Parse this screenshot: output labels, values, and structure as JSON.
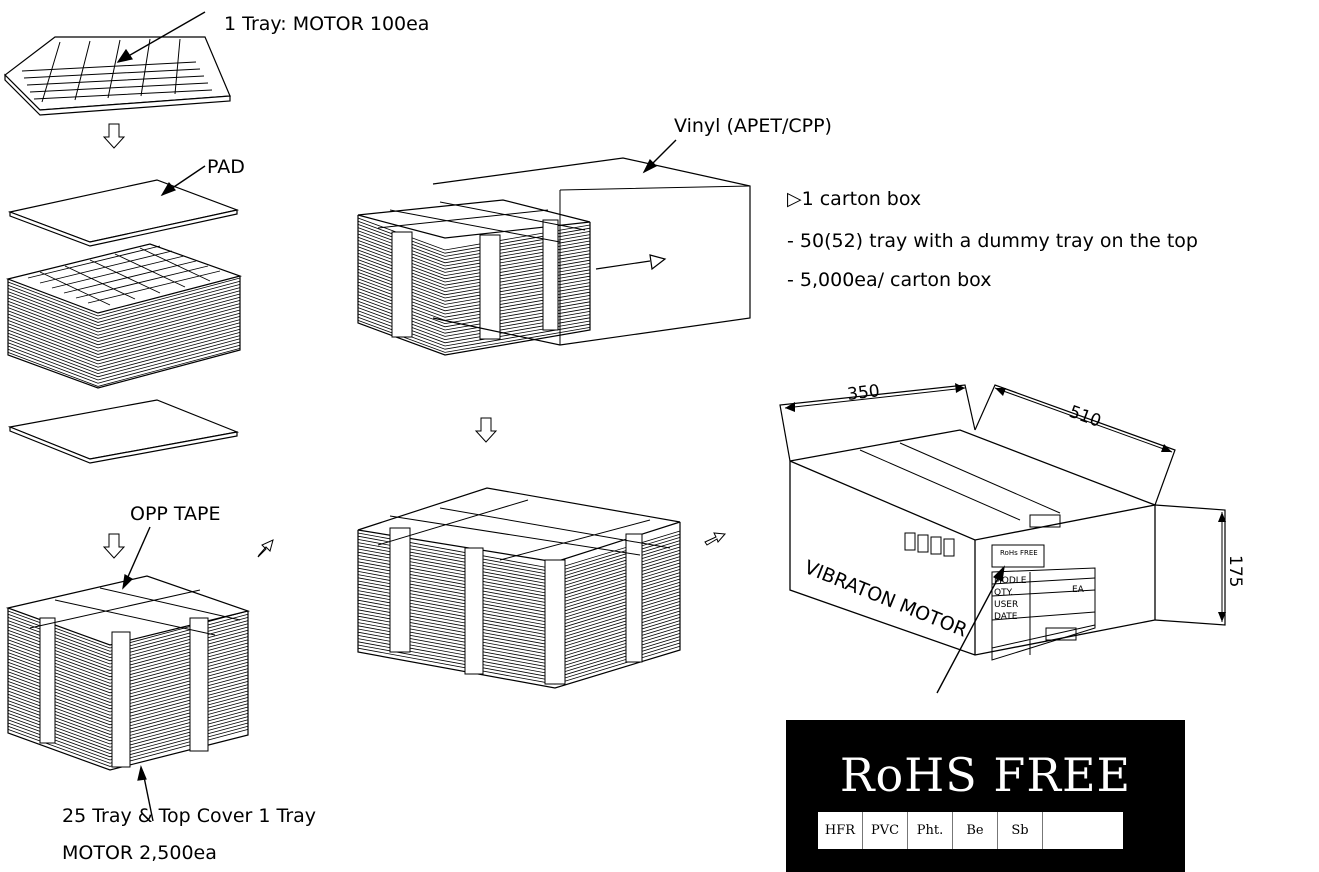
{
  "labels": {
    "tray_note": "1 Tray: MOTOR 100ea",
    "pad_top": "PAD",
    "vinyl": "Vinyl (APET/CPP)",
    "carton_title": "▷1 carton box",
    "carton_line1": "- 50(52) tray with a dummy tray on the top",
    "carton_line2": "- 5,000ea/ carton box",
    "opp_tape": "OPP TAPE",
    "stack_line1": "25 Tray & Top Cover 1 Tray",
    "stack_line2": "MOTOR 2,500ea"
  },
  "box": {
    "dim_width": "350",
    "dim_length": "510",
    "dim_height": "175",
    "side_text": "VIBRATON MOTOR",
    "small_label": "RoHs FREE",
    "table_rows": [
      "MODLE",
      "QTY.",
      "USER",
      "DATE"
    ],
    "qty_unit": "EA"
  },
  "rohs": {
    "title": "RoHS FREE",
    "cells": [
      "HFR",
      "PVC",
      "Pht.",
      "Be",
      "Sb",
      ""
    ]
  }
}
